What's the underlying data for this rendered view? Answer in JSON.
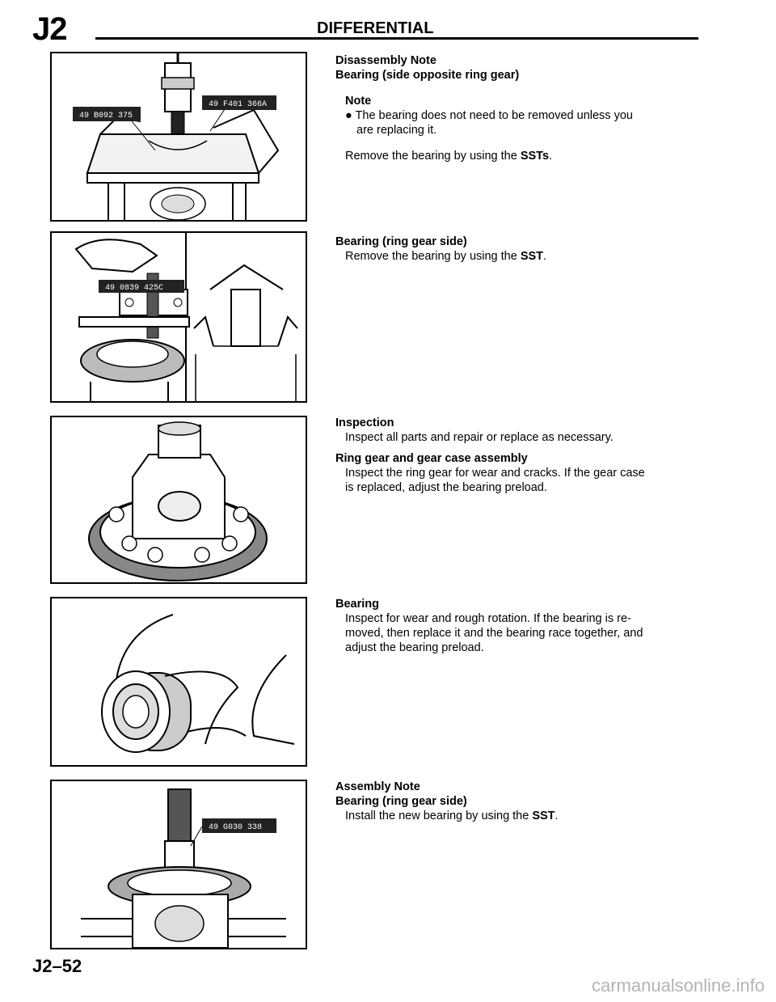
{
  "header": {
    "section_code": "J2",
    "title": "DIFFERENTIAL"
  },
  "figures": {
    "fig1": {
      "sst_left": "49 B092 375",
      "sst_right": "49 F401 366A"
    },
    "fig2": {
      "sst": "49 0839 425C"
    },
    "fig5": {
      "sst": "49 G030 338"
    }
  },
  "sections": {
    "disassembly": {
      "title": "Disassembly Note",
      "subtitle": "Bearing (side opposite ring gear)",
      "note_label": "Note",
      "bullet_mark": "●",
      "note_text_1": "The bearing does not need to be removed unless you",
      "note_text_2": "are replacing it.",
      "body_pre": "Remove the bearing by using the ",
      "body_sst": "SSTs",
      "body_post": "."
    },
    "ring_gear_side_removal": {
      "title": "Bearing (ring gear side)",
      "body_pre": "Remove the bearing by using the ",
      "body_sst": "SST",
      "body_post": "."
    },
    "inspection": {
      "title": "Inspection",
      "body": "Inspect all parts and repair or replace as necessary.",
      "sub_title": "Ring gear and gear case assembly",
      "sub_body_1": "Inspect the ring gear for wear and cracks. If the gear case",
      "sub_body_2": "is replaced, adjust the bearing preload."
    },
    "bearing_inspection": {
      "title": "Bearing",
      "body_1": "Inspect for wear and rough rotation. If the bearing is re-",
      "body_2": "moved, then replace it and the bearing race together, and",
      "body_3": "adjust the bearing preload."
    },
    "assembly": {
      "title": "Assembly Note",
      "subtitle": "Bearing (ring gear side)",
      "body_pre": "Install the new bearing by using the ",
      "body_sst": "SST",
      "body_post": "."
    }
  },
  "footer": {
    "page_number": "J2–52",
    "watermark": "carmanualsonline.info"
  }
}
